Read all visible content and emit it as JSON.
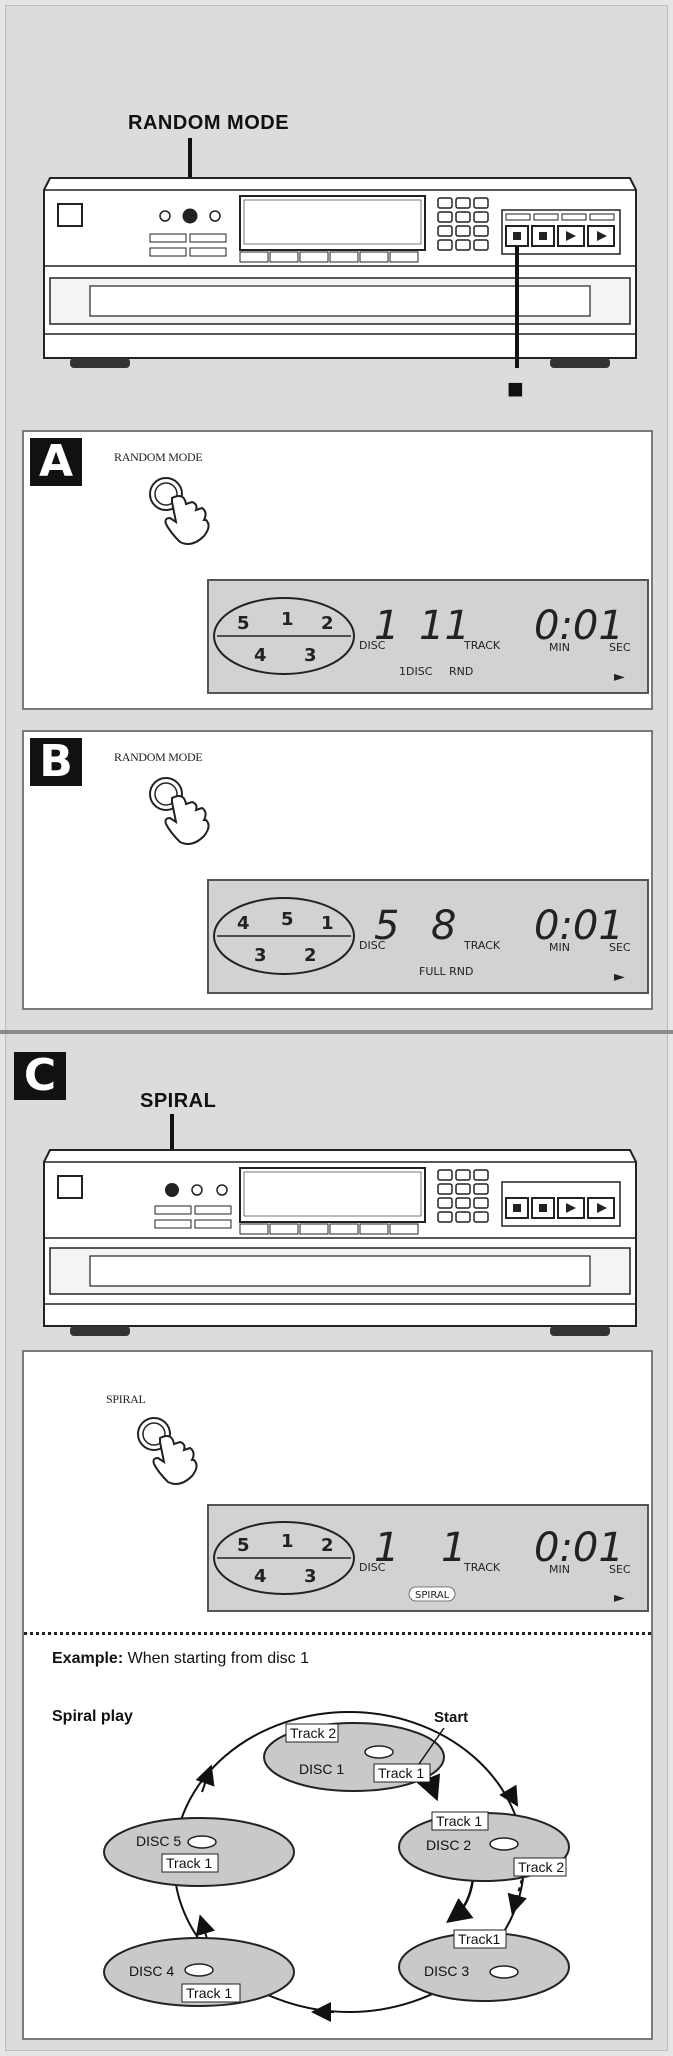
{
  "labels": {
    "random_mode": "RANDOM MODE",
    "stop_symbol": "■",
    "spiral": "SPIRAL",
    "random_mode_small": "RANDOM MODE",
    "spiral_small": "SPIRAL"
  },
  "panels": {
    "a": {
      "letter": "A"
    },
    "b": {
      "letter": "B"
    },
    "c": {
      "letter": "C"
    }
  },
  "display_a": {
    "discs": [
      "5",
      "1",
      "2",
      "4",
      "3"
    ],
    "disc_value": "1",
    "disc_label": "DISC",
    "track_value": "11",
    "track_label": "TRACK",
    "time": "0:01",
    "min_label": "MIN",
    "sec_label": "SEC",
    "mode1": "1DISC",
    "mode2": "RND",
    "play": "►"
  },
  "display_b": {
    "discs": [
      "4",
      "5",
      "1",
      "3",
      "2"
    ],
    "disc_value": "5",
    "disc_label": "DISC",
    "track_value": "8",
    "track_label": "TRACK",
    "time": "0:01",
    "min_label": "MIN",
    "sec_label": "SEC",
    "mode1": "FULL RND",
    "play": "►"
  },
  "display_c": {
    "discs": [
      "5",
      "1",
      "2",
      "4",
      "3"
    ],
    "disc_value": "1",
    "disc_label": "DISC",
    "track_value": "1",
    "track_label": "TRACK",
    "time": "0:01",
    "min_label": "MIN",
    "sec_label": "SEC",
    "mode1": "SPIRAL",
    "play": "►"
  },
  "example": {
    "prefix": "Example:",
    "text": " When starting from disc 1",
    "spiral_play": "Spiral play",
    "start": "Start",
    "disc1": "DISC 1",
    "disc2": "DISC 2",
    "disc3": "DISC 3",
    "disc4": "DISC 4",
    "disc5": "DISC 5",
    "track1": "Track 1",
    "track2": "Track 2",
    "track1_alt": "Track1"
  }
}
